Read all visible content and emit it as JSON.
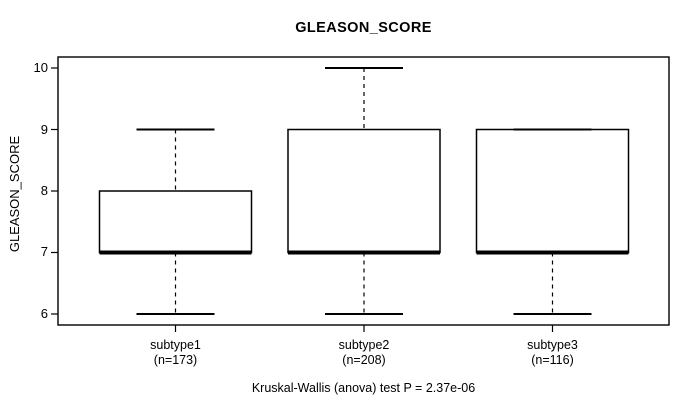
{
  "chart_data": {
    "type": "boxplot",
    "title": "GLEASON_SCORE",
    "xlabel": "",
    "ylabel": "GLEASON_SCORE",
    "caption": "Kruskal-Wallis (anova) test P = 2.37e-06",
    "p_value": "2.37e-06",
    "ylim": [
      5.821,
      10.179
    ],
    "yticks": [
      6,
      7,
      8,
      9,
      10
    ],
    "ytick_labels": [
      "6",
      "7",
      "8",
      "9",
      "10"
    ],
    "grid": false,
    "legend": "none",
    "colors": {
      "line": "#000000",
      "box_fill": "#ffffff",
      "background": "#ffffff"
    },
    "groups": [
      {
        "label": "subtype1",
        "n_label": "(n=173)",
        "n": 173,
        "whisker_low": 6,
        "q1": 7,
        "median": 7,
        "q3": 8,
        "whisker_high": 9
      },
      {
        "label": "subtype2",
        "n_label": "(n=208)",
        "n": 208,
        "whisker_low": 6,
        "q1": 7,
        "median": 7,
        "q3": 9,
        "whisker_high": 10
      },
      {
        "label": "subtype3",
        "n_label": "(n=116)",
        "n": 116,
        "whisker_low": 6,
        "q1": 7,
        "median": 7,
        "q3": 9,
        "whisker_high": 9
      }
    ]
  }
}
